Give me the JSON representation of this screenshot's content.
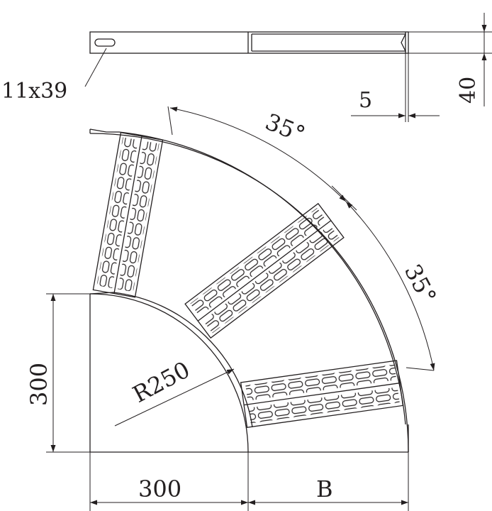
{
  "colors": {
    "stroke": "#231f20",
    "background": "#ffffff"
  },
  "labels": {
    "slot": "11x39",
    "thickness": "5",
    "height": "40",
    "angle_upper": "35°",
    "angle_lower": "35°",
    "radius": "R250",
    "left_height": "300",
    "bottom_width": "300",
    "bottom_b": "B"
  }
}
